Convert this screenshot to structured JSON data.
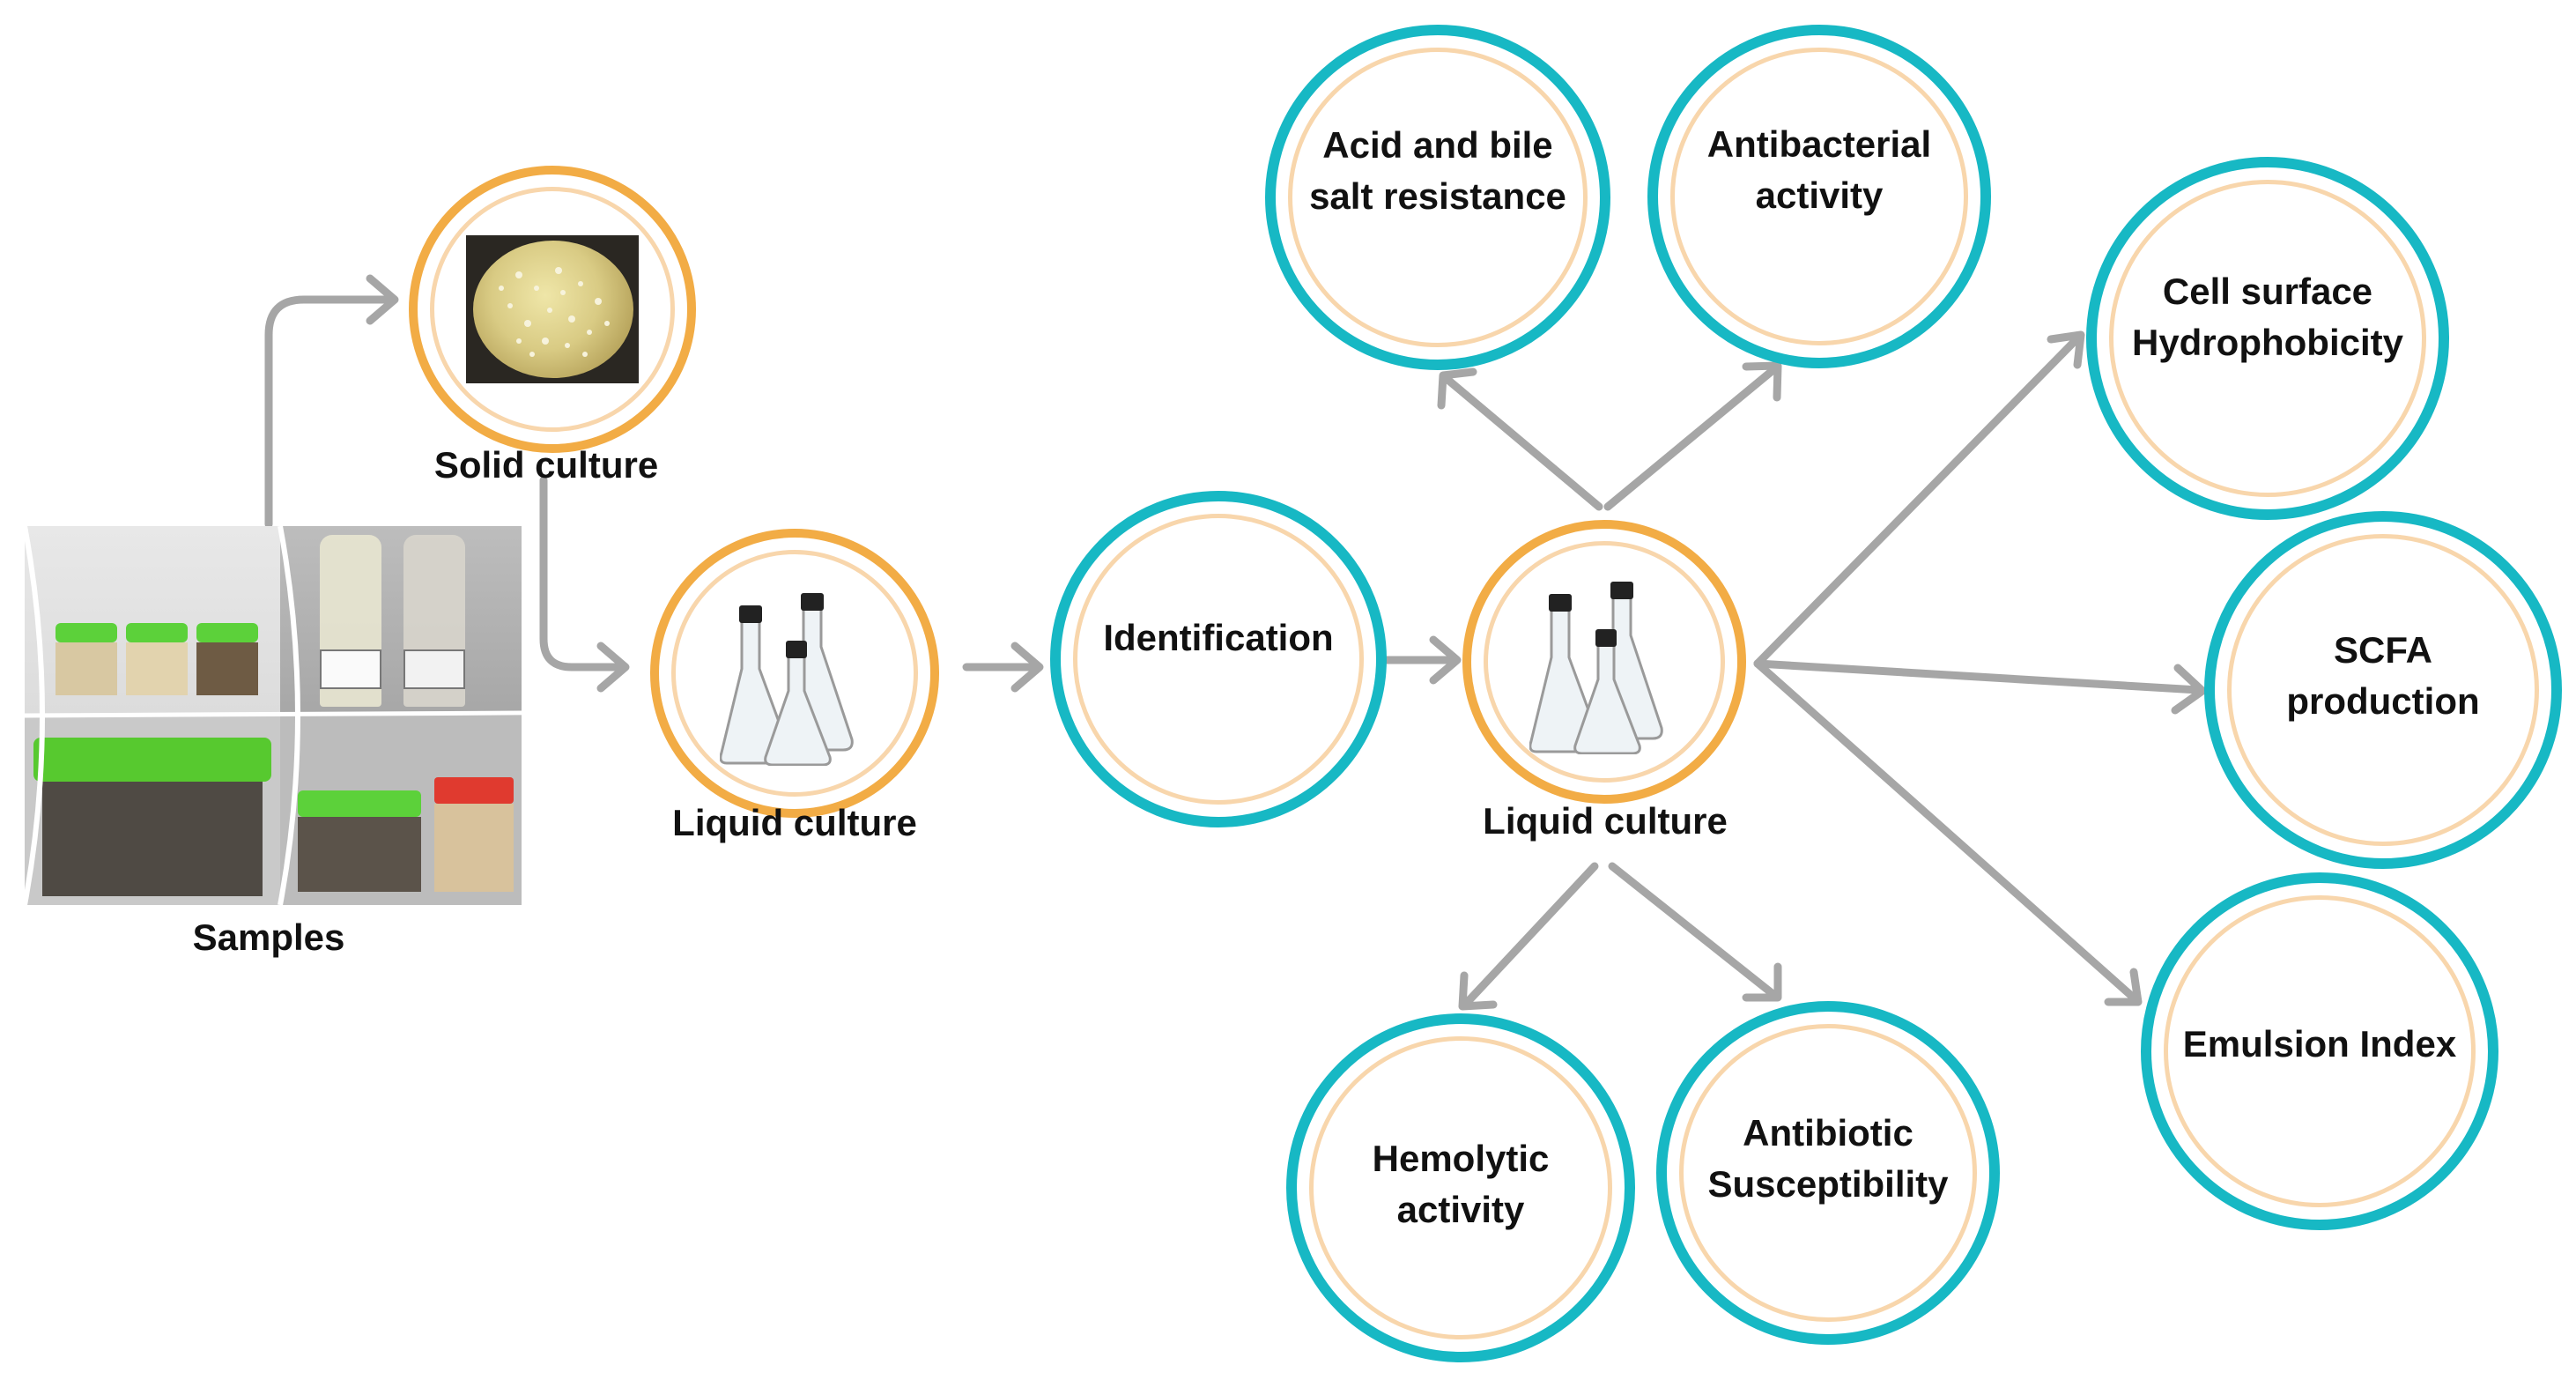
{
  "nodes": {
    "solid": {
      "caption": "Solid culture"
    },
    "liquid1": {
      "caption": "Liquid culture"
    },
    "identification": {
      "label": "Identification"
    },
    "liquid2": {
      "caption": "Liquid culture"
    },
    "acid": {
      "label": "Acid and bile\nsalt resistance"
    },
    "antibacterial": {
      "label": "Antibacterial\nactivity"
    },
    "cellsurface": {
      "label": "Cell surface\nHydrophobicity"
    },
    "scfa": {
      "label": "SCFA\nproduction"
    },
    "emulsion": {
      "label": "Emulsion Index"
    },
    "hemolytic": {
      "label": "Hemolytic\nactivity"
    },
    "antibiotic": {
      "label": "Antibiotic\nSusceptibility"
    }
  },
  "samples": {
    "caption": "Samples"
  },
  "colors": {
    "teal": "#17b8c4",
    "orange": "#f2ac45",
    "inner_ring": "#f8d6ac",
    "arrow": "#a6a6a6"
  }
}
